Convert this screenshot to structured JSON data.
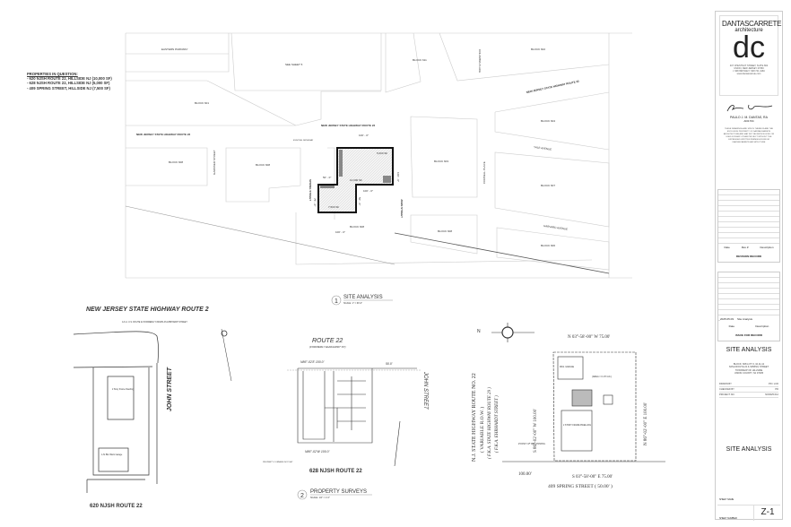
{
  "properties": {
    "heading": "PROPERTIES IN QUESTION:",
    "items": [
      "- 620 NJSH ROUTE 22, HILLSIDE NJ (10,000 SF)",
      "- 628 NJSH ROUTE 22, HILLSIDE NJ (5,000 SF)",
      "- 409 SPRING STREET, HILLSIDE NJ (7,500 SF)"
    ]
  },
  "site_plan": {
    "streets": [
      "EASTERN PARKWAY",
      "SEE SHEET 5",
      "NEW JERSEY STATE HIGHWAY ROUTE 22",
      "NEW JERSEY STATE HIGHWAY ROUTE 22",
      "NEW JERSEY STATE HIGHWAY ROUTE 22",
      "GARDNER STREET",
      "SPRING STREET",
      "JOHN STREET",
      "CORNELL PLACE",
      "YALE AVENUE",
      "HARVARD AVENUE",
      "COLUMBIA PLACE"
    ],
    "blocks": [
      "BLOCK 601",
      "BLOCK 608",
      "BLOCK 608",
      "BLOCK 608",
      "BLOCK 611",
      "BLOCK 602",
      "BLOCK 604",
      "BLOCK 603",
      "BLOCK 607",
      "BLOCK 608",
      "BLOCK 606"
    ],
    "areas": [
      "5,000 SF",
      "10,000 SF",
      "7,500 SF"
    ],
    "dimensions": [
      "100' - 0\"",
      "100' - 0\"",
      "50' - 0\"",
      "100' - 0\"",
      "100' - 0\"",
      "75' - 0\"",
      "50' - 0\""
    ],
    "driveway_label": "EXISTING DRIVEWAY",
    "callout_number": "1",
    "callout_title": "SITE ANALYSIS",
    "callout_scale": "SCALE: 1\" = 60'-0\""
  },
  "surveys": {
    "s1": {
      "road": "NEW JERSEY   STATE   HIGHWAY   ROUTE 2",
      "road_note": "A.K.A. U.S. ROUTE 22 FORMERLY KNOWN AS EHRHARDT STREET",
      "street": "JOHN   STREET",
      "dwelling": "2 Story Frame Dwelling",
      "garage": "1-St Blk. Block Garage",
      "caption": "620 NJSH ROUTE 22"
    },
    "s2": {
      "road": "ROUTE 22",
      "road_note": "(FORMERLY EHRHARDT ST)",
      "street": "JOHN STREET",
      "dim_top": "N86°-02'E  100.0'",
      "dim_bottom": "N86°-02'W  100.0'",
      "top_50": "50.0'",
      "corners_note": "PROPERTY CORNERS NOT SET",
      "caption": "628 NJSH ROUTE 22"
    },
    "s3": {
      "road_lines": [
        "N.J. STATE HIGHWAY ROUTE NO. 22",
        "( VARIABLE R.O.W. )",
        "( F.K.A. STATE HIGHWAY ROUTE 29 )",
        "( F.K.A. EHRHARDT STREET )"
      ],
      "north_label": "N",
      "bearing_top": "N 03°-58'-00\" W 75.00'",
      "bearing_bottom": "S 03°-58'-00\" E 75.00'",
      "bearing_left": "S 86°-02'-00\" W 100.00'",
      "bearing_right": "N 86°-02'-00\" E 100.00'",
      "frontage": "100.00'",
      "pob": "POINT OF BEGINNING",
      "garage": "MAS. GARAGE",
      "dwelling": "2 STORY FRAME DWELLING",
      "area": "(AREA = 0.17± AC.)",
      "caption": "409 SPRING STREET ( 50.00' )"
    },
    "callout_number": "2",
    "callout_title": "PROPERTY SURVEYS",
    "callout_scale": "SCALE: 1/2\" = 1'-0\""
  },
  "title_block": {
    "firm_name": "DANTASCARRETE",
    "firm_sub": "architecture",
    "logo": "dc",
    "address": [
      "407 CHESTNUT STREET, SUITE 802",
      "UNION, NEW JERSEY 07083",
      "t: 908 998 5422   f: 908 741 4160",
      "www.dantascarrete.com"
    ],
    "architect": "PAULO J. M. DANTAS, RA",
    "license": "AI01704",
    "notice": "THESE DRAWINGS AND SPECS THEREOF ARE THE EXCLUSIVE PROPERTY OF DANTASCARRETE ARCHITECTURE AND MAY NOT BE REPRODUCED OR USED FOR ANY OTHER PROJECT WITHOUT THE EXPRESSED WRITTEN PERMISSION FROM DANTASCARRETE ARCHITECTURE",
    "revision_headers": [
      "Date",
      "Rev #",
      "Description"
    ],
    "revision_title": "REVISION RECORD",
    "issue_row": [
      "2025.05.09",
      "Site Analysis"
    ],
    "issue_headers": [
      "Date",
      "Description"
    ],
    "issue_title": "ISSUE FOR RECORD",
    "sheet_title": "SITE ANALYSIS",
    "project_lines": [
      "BLOCK: 608 LOT: 6, 10,11,12",
      "NJSH ROUTE 22 & SPRING STREET",
      "TOWNSHIP OF HILLSIDE",
      "UNION COUNTY, NJ 07205"
    ],
    "meta": [
      {
        "label": "DRAWN BY",
        "value": "PD / LCD"
      },
      {
        "label": "CHECKED BY",
        "value": "PD"
      },
      {
        "label": "PROJECT NO.",
        "value": "NO0025.012"
      }
    ],
    "sheet_name_label": "SHEET NAME",
    "sheet_name": "SITE ANALYSIS",
    "sheet_number_label": "SHEET NUMBER",
    "sheet_number": "Z-1"
  }
}
